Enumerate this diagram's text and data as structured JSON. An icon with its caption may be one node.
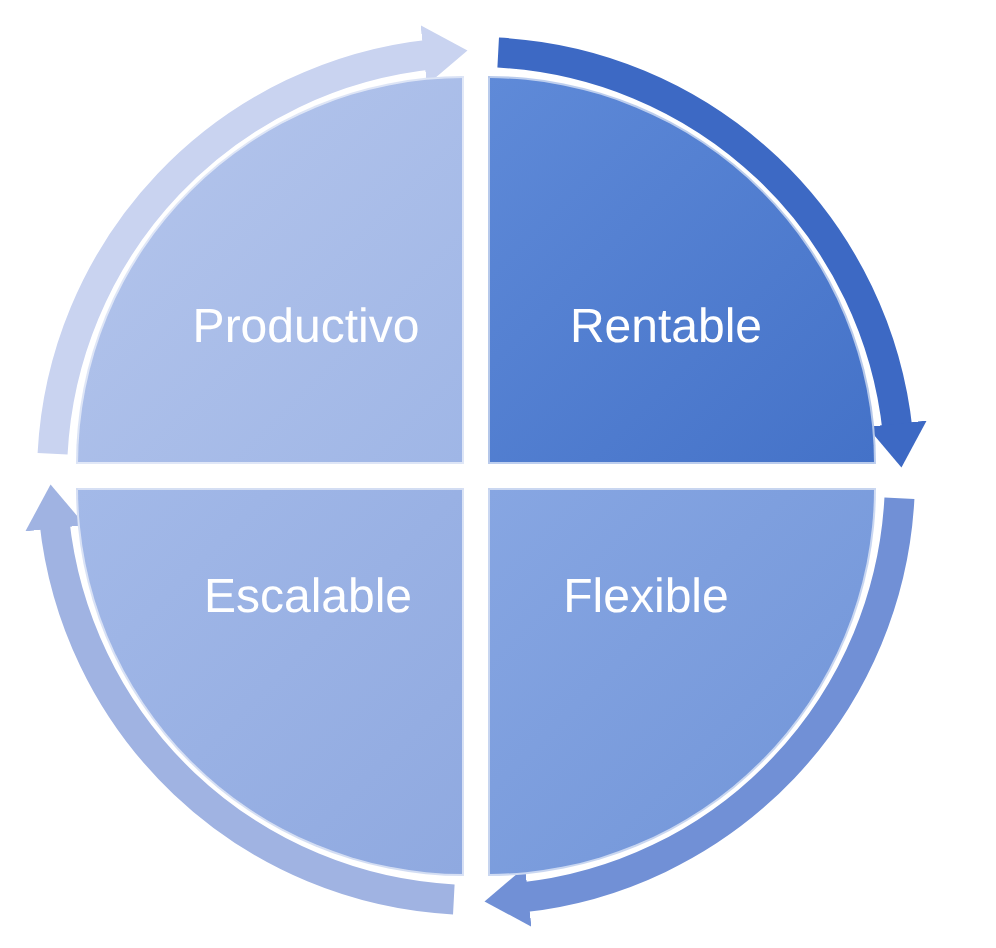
{
  "diagram": {
    "nodes": [
      {
        "text": [
          "Productivo"
        ]
      },
      {
        "text": [
          "Rentable"
        ]
      },
      {
        "text": [
          "Escalable"
        ]
      },
      {
        "text": [
          "Flexible"
        ]
      }
    ],
    "edges": [
      {
        "from": 0,
        "to": 1,
        "arrow": "to",
        "color": "#c9d3f0"
      },
      {
        "from": 1,
        "to": 3,
        "arrow": "to",
        "color": "#3d69c4"
      },
      {
        "from": 3,
        "to": 2,
        "arrow": "to",
        "color": "#7190d6"
      },
      {
        "from": 2,
        "to": 0,
        "arrow": "to",
        "color": "#a0b3e2"
      }
    ]
  }
}
